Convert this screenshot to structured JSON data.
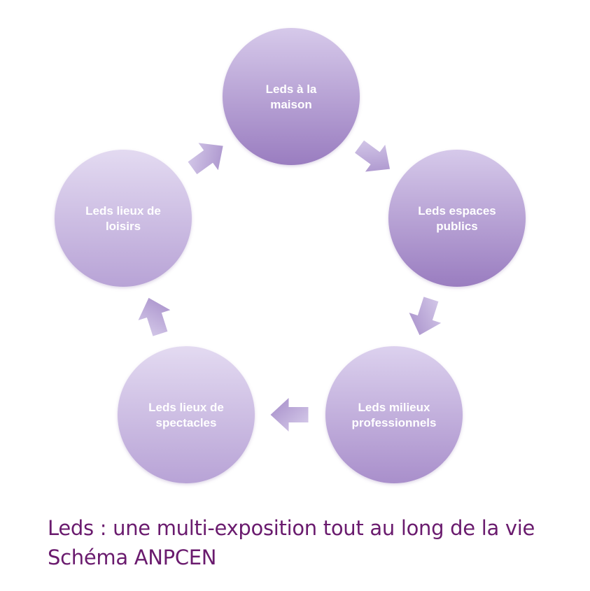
{
  "diagram": {
    "type": "cycle",
    "nodes": [
      {
        "id": "maison",
        "lines": [
          "Leds à la",
          "maison"
        ]
      },
      {
        "id": "espaces-publics",
        "lines": [
          "Leds espaces",
          "publics"
        ]
      },
      {
        "id": "milieux-professionnels",
        "lines": [
          "Leds milieux",
          "professionnels"
        ]
      },
      {
        "id": "lieux-spectacles",
        "lines": [
          "Leds lieux de",
          "spectacles"
        ]
      },
      {
        "id": "lieux-loisirs",
        "lines": [
          "Leds lieux de",
          "loisirs"
        ]
      }
    ],
    "edges": [
      {
        "from": "maison",
        "to": "espaces-publics"
      },
      {
        "from": "espaces-publics",
        "to": "milieux-professionnels"
      },
      {
        "from": "milieux-professionnels",
        "to": "lieux-spectacles"
      },
      {
        "from": "lieux-spectacles",
        "to": "lieux-loisirs"
      },
      {
        "from": "lieux-loisirs",
        "to": "maison"
      }
    ],
    "colors": {
      "circle_light": "#d9cdec",
      "circle_dark": "#9b7fc2",
      "arrow_light": "#d8cdeb",
      "arrow_dark": "#9d83c4",
      "label_text": "#ffffff"
    }
  },
  "caption": {
    "line1": "Leds : une multi-exposition tout au long de la vie",
    "line2": "Schéma ANPCEN",
    "color": "#6a1b6e"
  }
}
